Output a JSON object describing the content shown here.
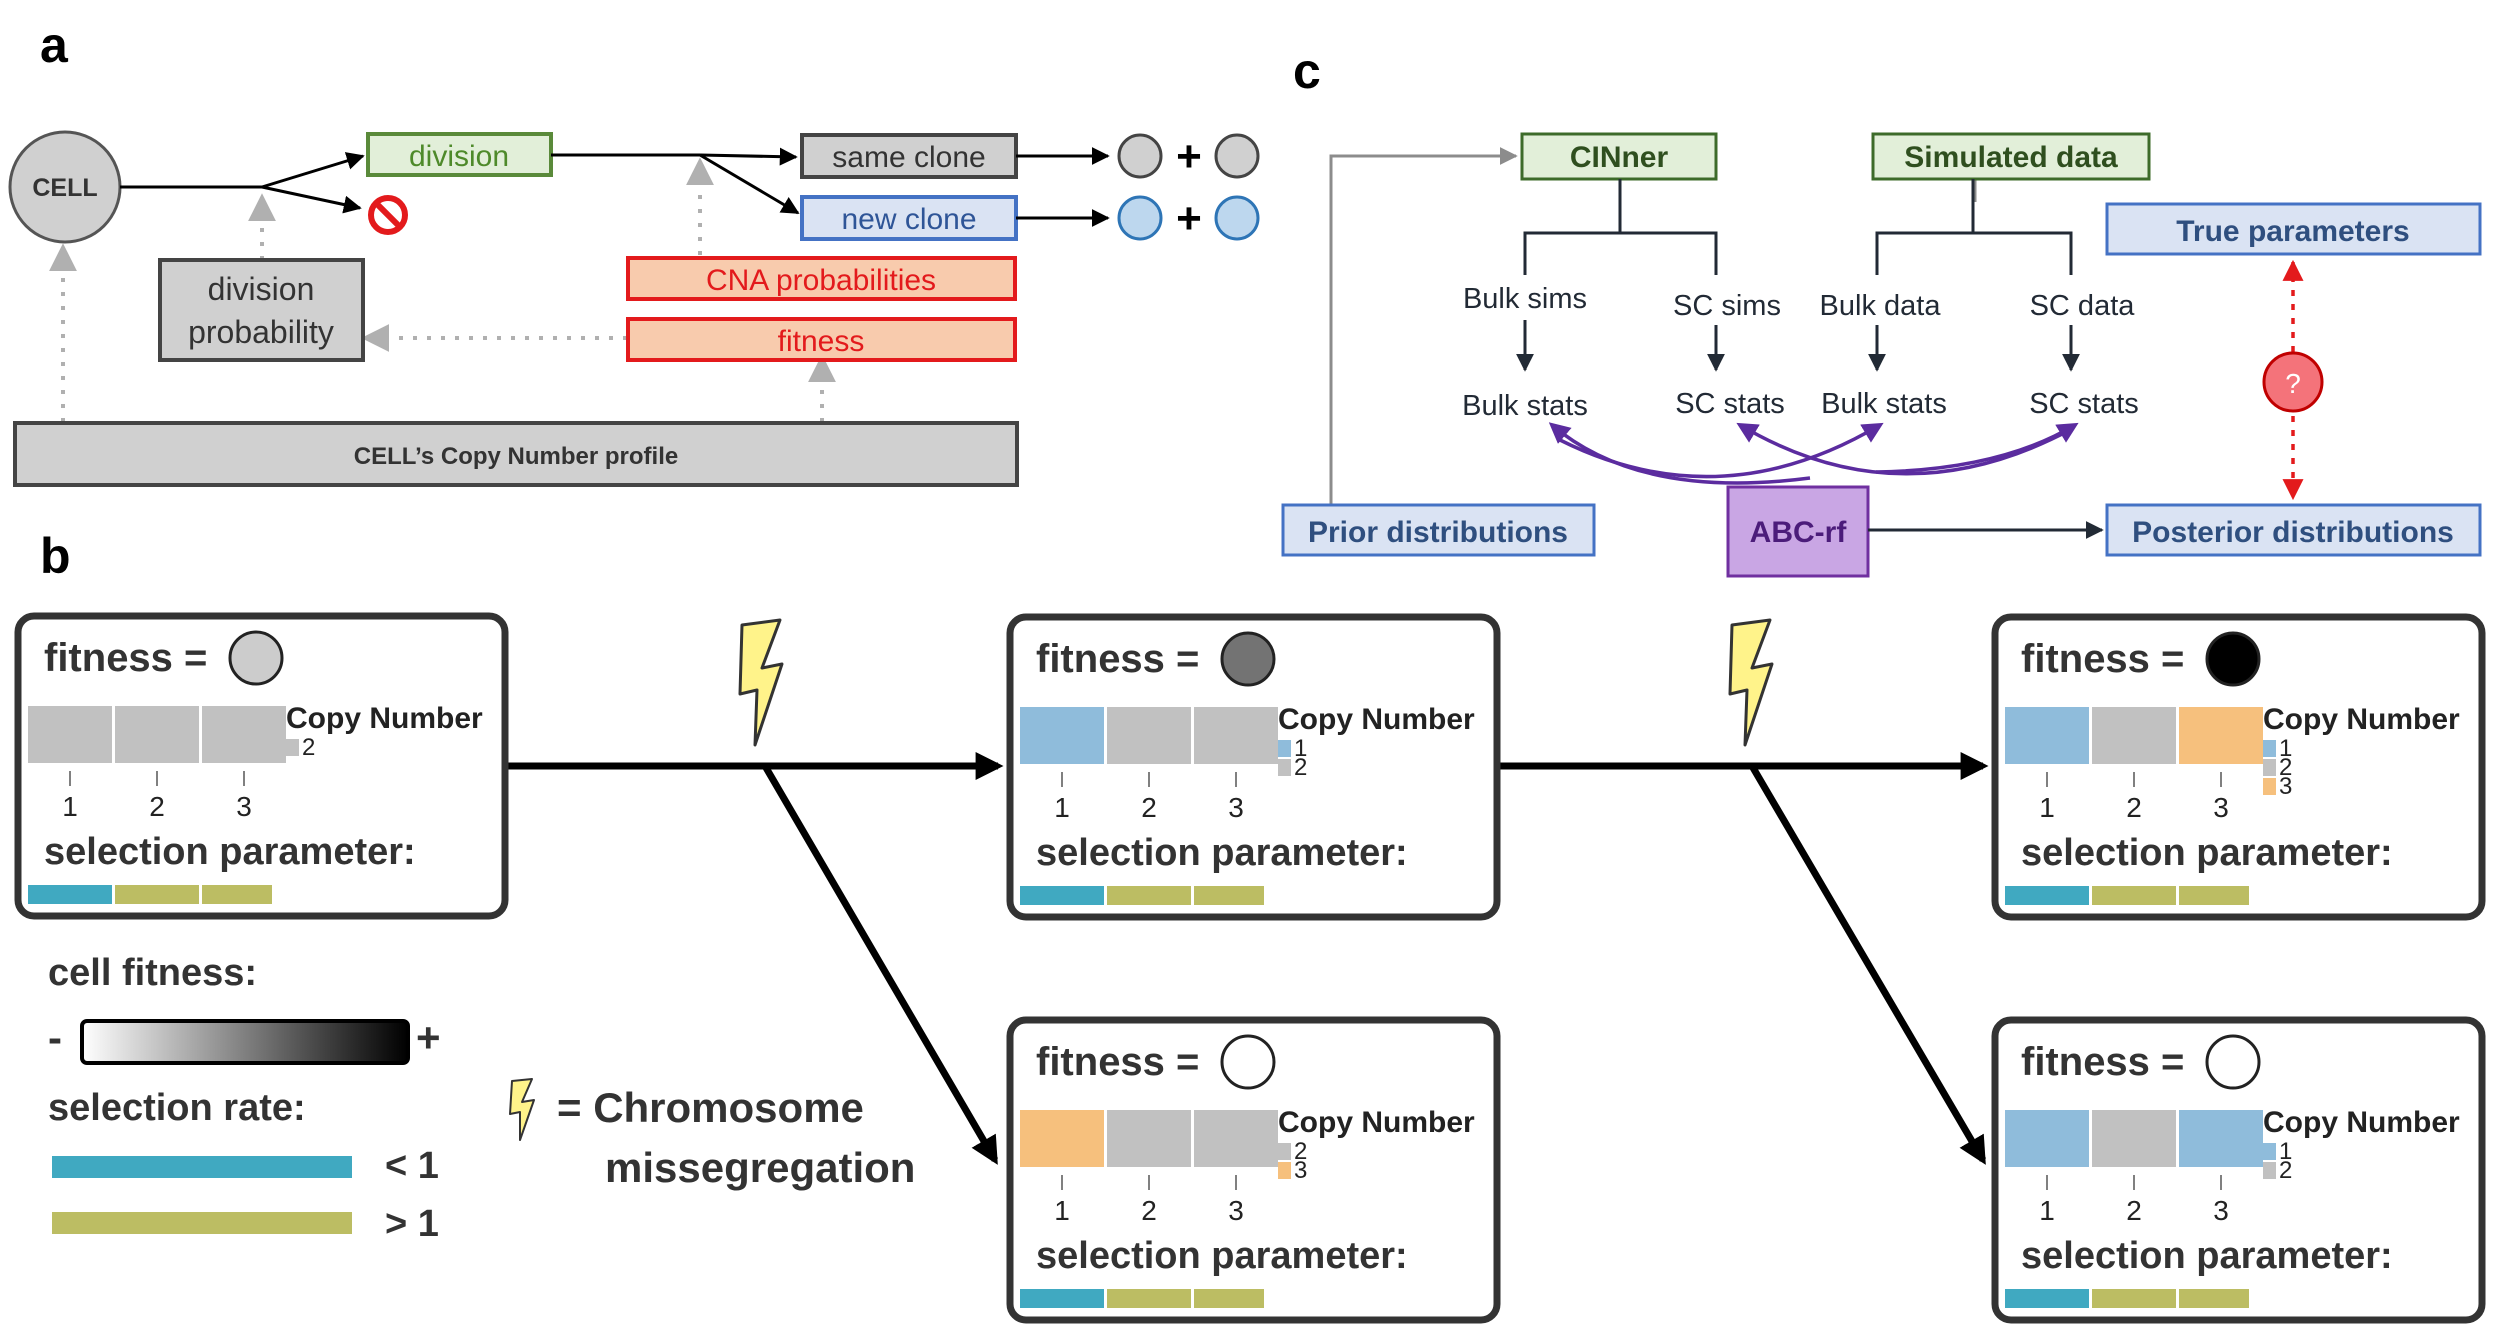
{
  "panels": {
    "a": "a",
    "b": "b",
    "c": "c"
  },
  "colors": {
    "blue_cn": "#8fbcdb",
    "grey_cn": "#c1c1c1",
    "orange_cn": "#f6c07d",
    "teal_sel": "#40a9c1",
    "olive_sel": "#bcbd63",
    "green_border": "#5a8a3a",
    "green_fill": "#e2efd9",
    "blue_border": "#4472c4",
    "blue_fill": "#dae3f3",
    "red_border": "#e31a1c",
    "red_fill": "#f8cbad",
    "purple_border": "#7030a0",
    "purple_fill": "#c9a6e4"
  },
  "panel_a": {
    "cell": "CELL",
    "division": "division",
    "same_clone": "same clone",
    "new_clone": "new clone",
    "plus1": "+",
    "plus2": "+",
    "division_probability_line1": "division",
    "division_probability_line2": "probability",
    "cna_probabilities": "CNA probabilities",
    "fitness": "fitness",
    "cn_profile": "CELL’s Copy Number profile",
    "stop_icon": "no-entry-icon"
  },
  "panel_b": {
    "cards": [
      {
        "fitness_label": "fitness =",
        "fitness_level": 0.2,
        "legend_title": "Copy Number",
        "ticks": [
          "1",
          "2",
          "3"
        ],
        "legend": [
          "2"
        ],
        "selection_label": "selection parameter:"
      },
      {
        "fitness_label": "fitness =",
        "fitness_level": 0.55,
        "legend_title": "Copy Number",
        "ticks": [
          "1",
          "2",
          "3"
        ],
        "legend": [
          "1",
          "2"
        ],
        "selection_label": "selection parameter:"
      },
      {
        "fitness_label": "fitness =",
        "fitness_level": 1.0,
        "legend_title": "Copy Number",
        "ticks": [
          "1",
          "2",
          "3"
        ],
        "legend": [
          "1",
          "2",
          "3"
        ],
        "selection_label": "selection parameter:"
      },
      {
        "fitness_label": "fitness =",
        "fitness_level": 0.0,
        "legend_title": "Copy Number",
        "ticks": [
          "1",
          "2",
          "3"
        ],
        "legend": [
          "2",
          "3"
        ],
        "selection_label": "selection parameter:"
      },
      {
        "fitness_label": "fitness =",
        "fitness_level": 0.0,
        "legend_title": "Copy Number",
        "ticks": [
          "1",
          "2",
          "3"
        ],
        "legend": [
          "1",
          "2"
        ],
        "selection_label": "selection parameter:"
      }
    ],
    "cell_fitness": "cell fitness:",
    "minus": "-",
    "plus": "+",
    "selection_rate": "selection rate:",
    "less_than": "< 1",
    "greater_than": "> 1",
    "missegregation_line1": "= Chromosome",
    "missegregation_line2": "missegregation",
    "lightning_icon": "lightning-icon"
  },
  "panel_c": {
    "cinner": "CINner",
    "simulated_data": "Simulated data",
    "true_parameters": "True parameters",
    "bulk_sims": "Bulk sims",
    "sc_sims": "SC sims",
    "bulk_data": "Bulk data",
    "sc_data": "SC data",
    "bulk_stats_sim": "Bulk stats",
    "sc_stats_sim": "SC stats",
    "bulk_stats_data": "Bulk stats",
    "sc_stats_data": "SC stats",
    "question": "?",
    "prior": "Prior distributions",
    "abc": "ABC-rf",
    "posterior": "Posterior distributions"
  }
}
